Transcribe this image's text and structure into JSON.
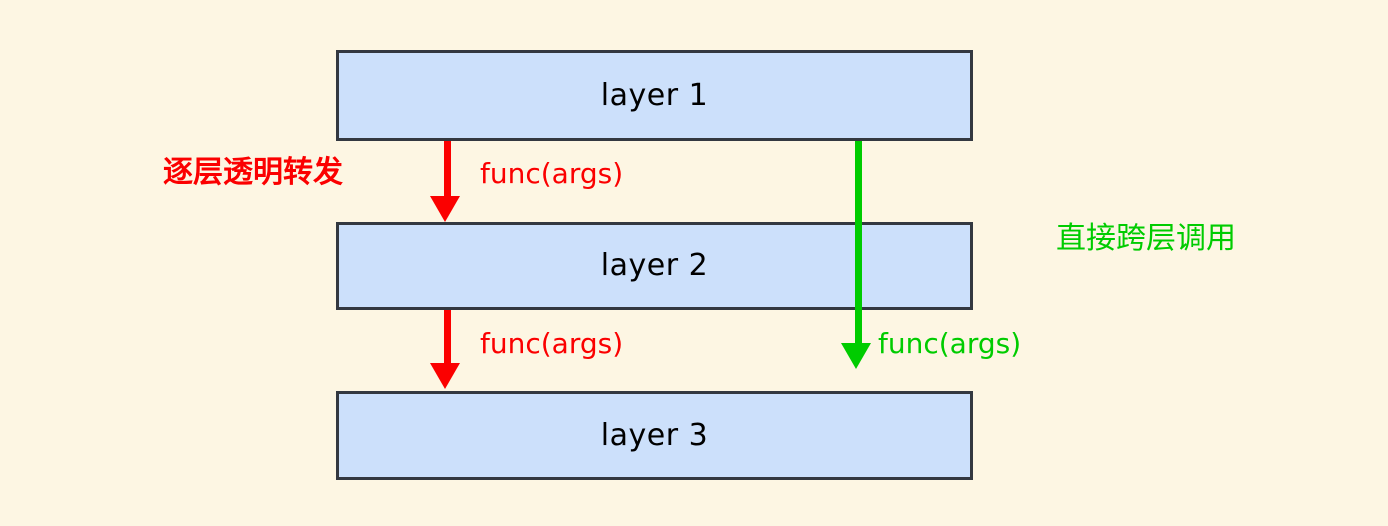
{
  "diagram": {
    "background_color": "#fdf6e3",
    "box_fill_color": "#cce0fb",
    "box_border_color": "#333840",
    "red_color": "#fb0000",
    "green_color": "#00cc00",
    "layers": [
      {
        "id": "layer-1",
        "label": "layer 1"
      },
      {
        "id": "layer-2",
        "label": "layer 2"
      },
      {
        "id": "layer-3",
        "label": "layer 3"
      }
    ],
    "edges": [
      {
        "id": "red-arrow-1",
        "from": "layer 1",
        "to": "layer 2",
        "label": "func(args)",
        "color": "#fb0000"
      },
      {
        "id": "red-arrow-2",
        "from": "layer 2",
        "to": "layer 3",
        "label": "func(args)",
        "color": "#fb0000"
      },
      {
        "id": "green-arrow",
        "from": "layer 1",
        "to": "layer 3",
        "label": "func(args)",
        "color": "#00cc00"
      }
    ],
    "annotations": [
      {
        "id": "annotation-red",
        "text": "逐层透明转发",
        "color": "#fb0000"
      },
      {
        "id": "annotation-green",
        "text": "直接跨层调用",
        "color": "#00cc00"
      }
    ]
  }
}
